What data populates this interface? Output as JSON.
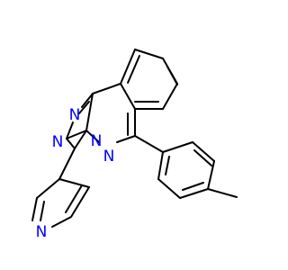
{
  "atoms": {
    "n_triazole_top": "N",
    "n_triazole_left": "N",
    "n_bridge": "N",
    "n_phthalazine": "N",
    "n_pyridine": "N"
  },
  "colors": {
    "bond": "#000000",
    "nitrogen": "#0000ff",
    "background": "#ffffff"
  }
}
